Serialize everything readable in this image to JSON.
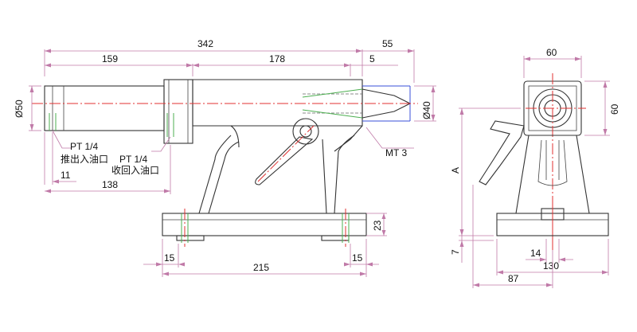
{
  "side_view": {
    "dims": {
      "d342": "342",
      "d55": "55",
      "d159": "159",
      "d178": "178",
      "d5": "5",
      "d50": "Ø50",
      "d40": "Ø40",
      "d11": "11",
      "d138": "138",
      "d23": "23",
      "d15_left": "15",
      "d215": "215",
      "d15_right": "15"
    },
    "labels": {
      "port_push_code": "PT 1/4",
      "port_push_name": "推出入油口",
      "port_return_code": "PT 1/4",
      "port_return_name": "收回入油口",
      "taper": "MT 3"
    }
  },
  "end_view": {
    "dims": {
      "d60_top": "60",
      "d60_right": "60",
      "dA": "A",
      "d7": "7",
      "d14": "14",
      "d130": "130",
      "d87": "87"
    }
  }
}
